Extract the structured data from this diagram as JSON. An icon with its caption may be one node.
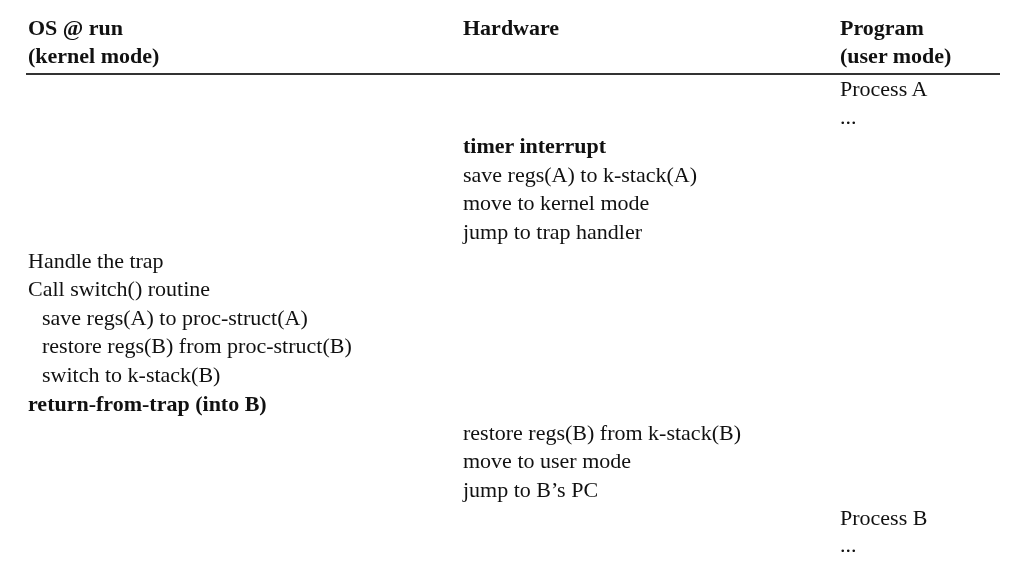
{
  "diagram": {
    "labels": [
      "OS @ run (kernel mode)",
      "Hardware",
      "Program (user mode)",
      "Process A",
      "...",
      "timer interrupt",
      "save regs(A) to k-stack(A)",
      "move to kernel mode",
      "jump to trap handler",
      "Handle the trap",
      "Call switch() routine",
      "save regs(A) to proc-struct(A)",
      "restore regs(B) from proc-struct(B)",
      "switch to k-stack(B)",
      "return-from-trap (into B)",
      "restore regs(B) from k-stack(B)",
      "move to user mode",
      "jump to B’s PC",
      "Process B",
      "..."
    ]
  }
}
